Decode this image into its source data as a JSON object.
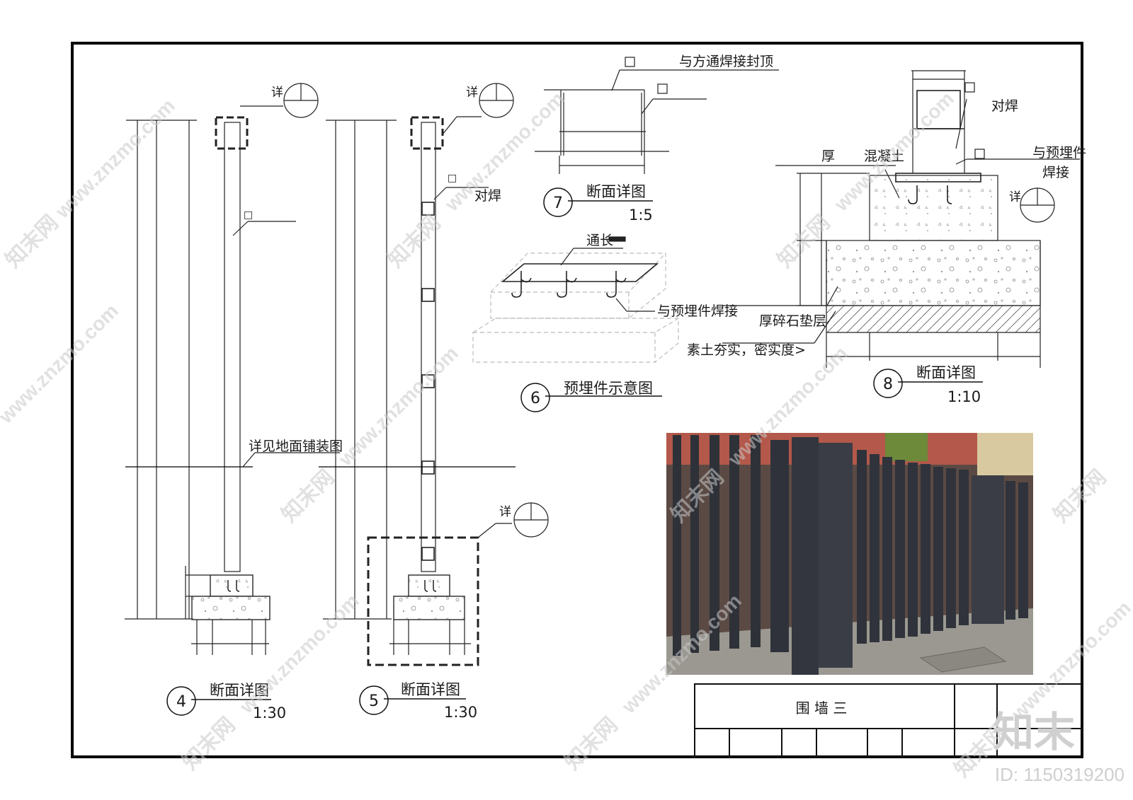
{
  "details": {
    "d4": {
      "number": "4",
      "title": "断面详图",
      "scale": "1:30"
    },
    "d5": {
      "number": "5",
      "title": "断面详图",
      "scale": "1:30"
    },
    "d6": {
      "number": "6",
      "title": "预埋件示意图"
    },
    "d7": {
      "number": "7",
      "title": "断面详图",
      "scale": "1:5"
    },
    "d8": {
      "number": "8",
      "title": "断面详图",
      "scale": "1:10"
    }
  },
  "labels": {
    "detail_ref": "详",
    "butt_weld": "对焊",
    "paving_note": "详见地面铺装图",
    "cap_weld": "与方通焊接封顶",
    "full_length": "通长",
    "embed_weld": "与预埋件焊接",
    "concrete": "混凝土",
    "thick": "厚",
    "embed_weld_2": "与预埋件",
    "weld": "焊接",
    "gravel": "厚碎石垫层",
    "soil": "素土夯实，密实度>",
    "square": "□"
  },
  "title_block": {
    "drawing_title": "围 墙 三"
  },
  "watermark": {
    "site": "www.znzmo.com",
    "brand": "知末网",
    "logo": "知末",
    "id": "ID: 1150319200"
  }
}
